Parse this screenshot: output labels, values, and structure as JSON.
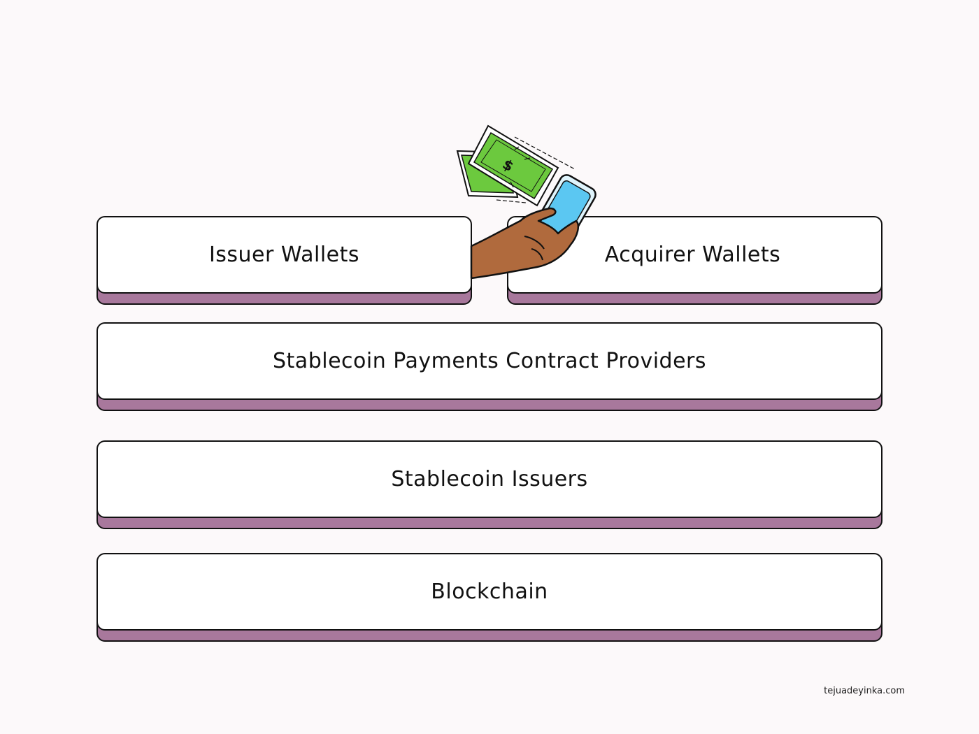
{
  "layers": {
    "issuer_wallets": "Issuer Wallets",
    "acquirer_wallets": "Acquirer Wallets",
    "contract_providers": "Stablecoin Payments Contract Providers",
    "issuers": "Stablecoin Issuers",
    "blockchain": "Blockchain"
  },
  "credit": "tejuadeyinka.com",
  "colors": {
    "background": "#fcf9fa",
    "layer_face": "#ffffff",
    "layer_shadow": "#a8789c",
    "outline": "#111111",
    "cash_green": "#6cc93e",
    "phone_blue": "#5bc7f2",
    "hand_skin": "#b06a3d"
  },
  "illustration": {
    "icon": "hand-holding-phone-with-cash-icon",
    "symbol": "$"
  }
}
